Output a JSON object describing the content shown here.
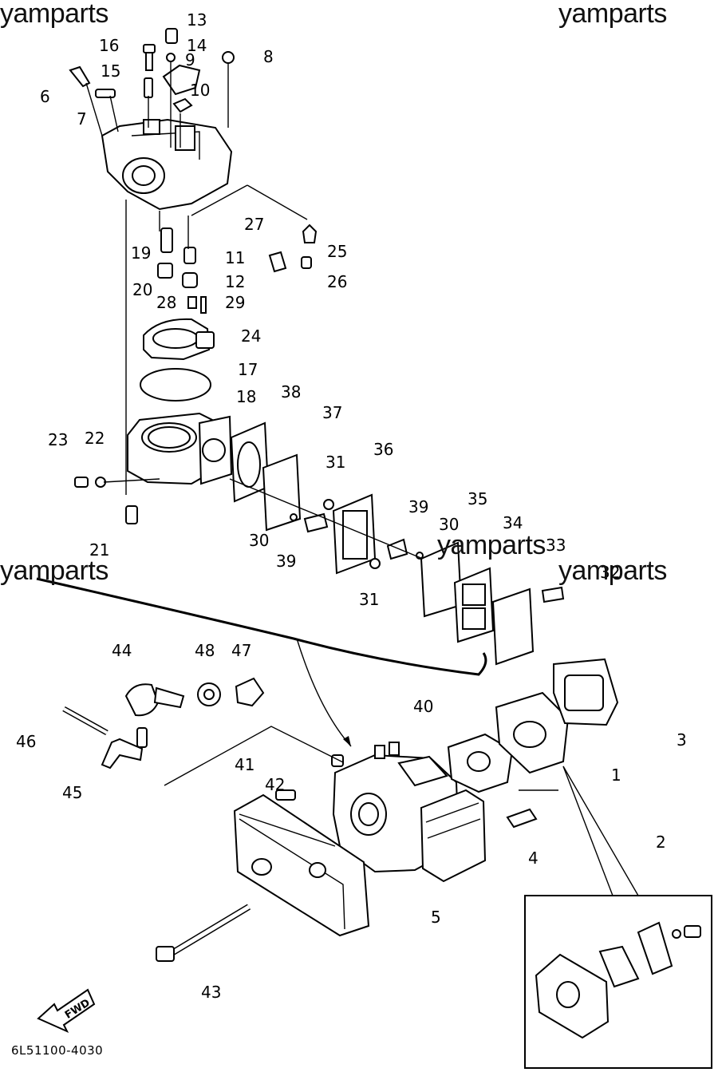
{
  "watermarks": [
    "yamparts",
    "yamparts",
    "yamparts",
    "yamparts",
    "yamparts"
  ],
  "diagram_code": "6L51100-4030",
  "fwd_label": "FWD",
  "part_numbers": [
    "1",
    "2",
    "3",
    "4",
    "5",
    "6",
    "7",
    "8",
    "9",
    "10",
    "11",
    "12",
    "13",
    "14",
    "15",
    "16",
    "17",
    "18",
    "19",
    "20",
    "21",
    "22",
    "23",
    "24",
    "25",
    "26",
    "27",
    "28",
    "29",
    "30",
    "30",
    "31",
    "31",
    "32",
    "33",
    "34",
    "35",
    "36",
    "37",
    "38",
    "39",
    "39",
    "40",
    "41",
    "42",
    "43",
    "44",
    "45",
    "46",
    "47",
    "48"
  ]
}
